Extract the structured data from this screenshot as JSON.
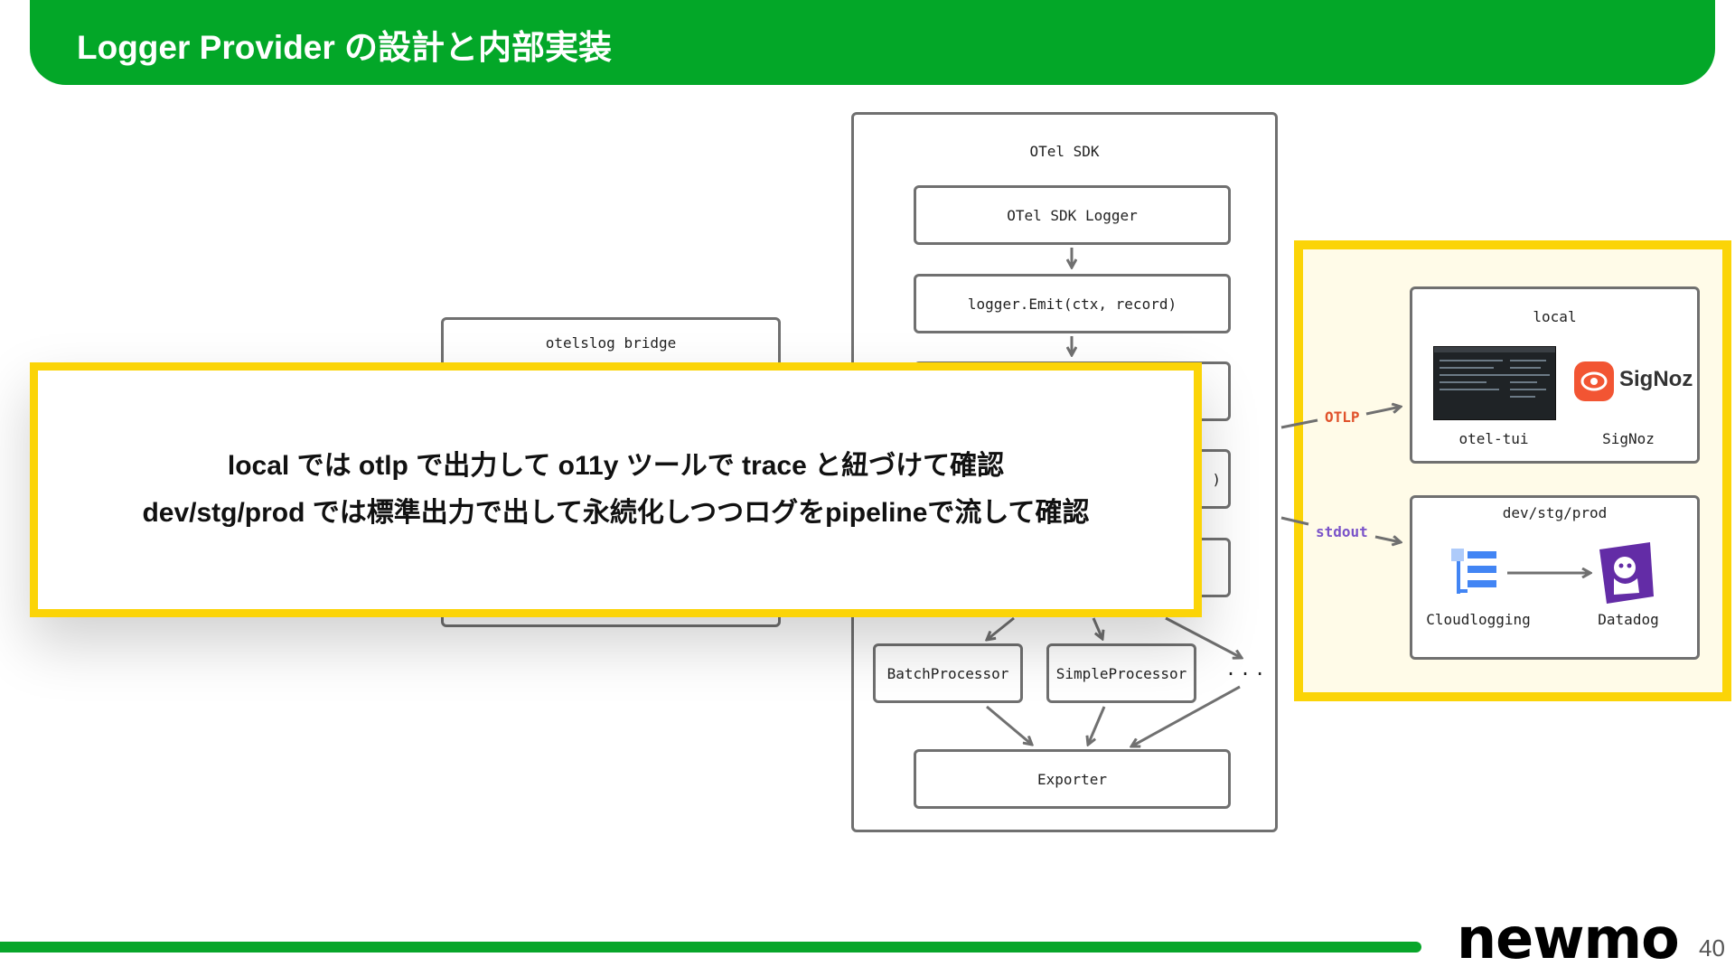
{
  "header": {
    "title": "Logger Provider の設計と内部実装"
  },
  "diagram": {
    "sdk_title": "OTel SDK",
    "sdk_logger": "OTel SDK Logger",
    "emit_call": "logger.Emit(ctx, record)",
    "batch_processor": "BatchProcessor",
    "simple_processor": "SimpleProcessor",
    "more_processors": "...",
    "exporter": "Exporter",
    "bridge_title": "otelslog bridge",
    "hidden_fragment": ")"
  },
  "destinations": {
    "otlp_label": "OTLP",
    "stdout_label": "stdout",
    "local": {
      "title": "local",
      "tools": [
        "otel-tui",
        "SigNoz"
      ],
      "signoz_logo_text": "SigNoz"
    },
    "prod": {
      "title": "dev/stg/prod",
      "tools": [
        "Cloudlogging",
        "Datadog"
      ]
    },
    "colors": {
      "otlp": "#e0522b",
      "stdout": "#7a53c9",
      "highlight": "#fbd407"
    }
  },
  "note": {
    "line1": "local では otlp で出力して o11y ツールで trace と紐づけて確認",
    "line2": "dev/stg/prod では標準出力で出して永続化しつつログをpipelineで流して確認"
  },
  "footer": {
    "logo": "newmo",
    "page_number": "40"
  },
  "colors": {
    "brand_green": "#03a728",
    "border_gray": "#707070"
  },
  "icons": [
    "signoz-icon",
    "cloudlogging-icon",
    "datadog-icon",
    "terminal-screenshot"
  ]
}
